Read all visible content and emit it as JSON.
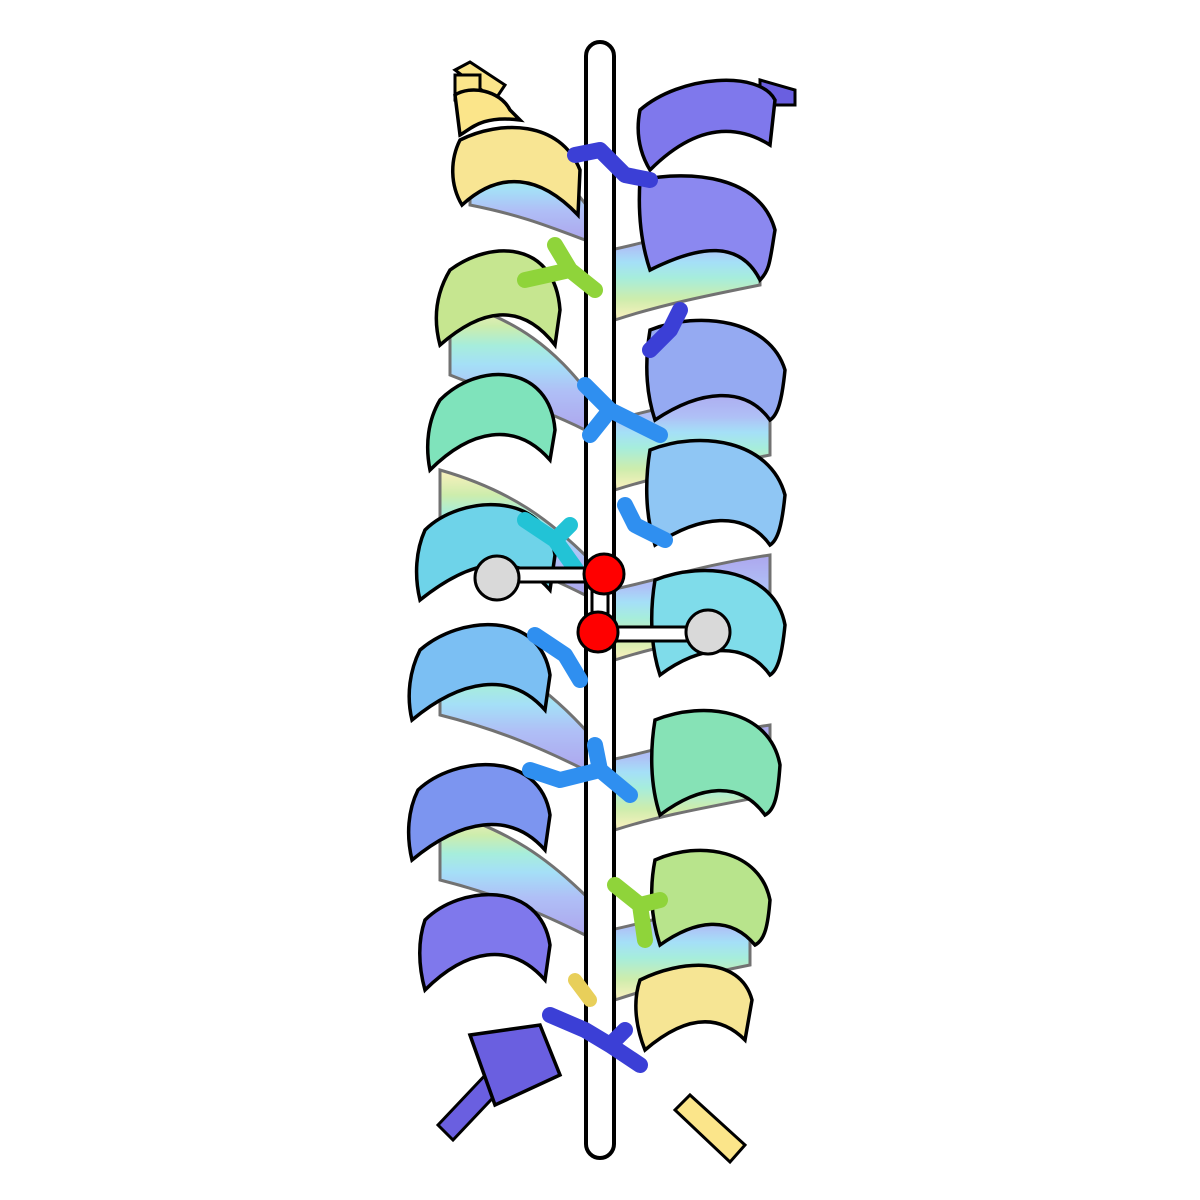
{
  "figure": {
    "kind": "protein-structure-cartoon",
    "description_visible_text": "",
    "components": {
      "central_axis": {
        "fill": "#ffffff",
        "stroke": "#000000"
      },
      "helix_left": {
        "gradient": [
          "#fbe58a",
          "#a6df6a",
          "#5fe0c0",
          "#5cc6f2",
          "#6f8cf0",
          "#6a5fe0"
        ]
      },
      "helix_right": {
        "gradient": [
          "#6a5fe0",
          "#6f8cf0",
          "#5cc6f2",
          "#5fe0c0",
          "#a6df6a",
          "#fbe58a"
        ]
      },
      "metal_ions": {
        "color": "#ff0000",
        "count": 2
      },
      "bridging_atoms": {
        "color": "#d9d9d9",
        "count": 2
      },
      "side_chain_colors": [
        "#3b3fd6",
        "#8fd43a",
        "#2f8ff0",
        "#22c3d6",
        "#3b3fd6"
      ]
    }
  }
}
